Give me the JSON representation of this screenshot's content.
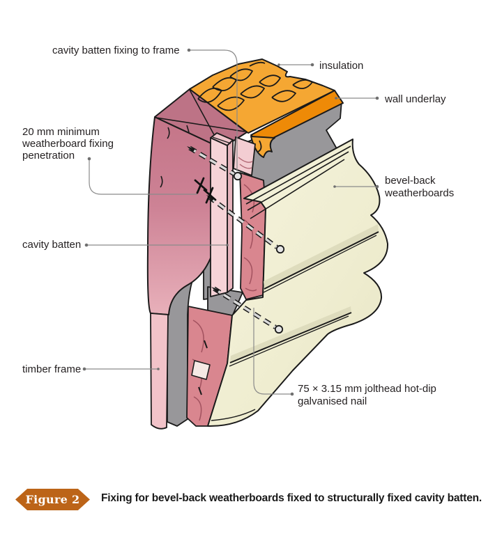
{
  "figure": {
    "labels": {
      "cavity_batten_fixing": "cavity batten fixing to frame",
      "insulation": "insulation",
      "wall_underlay": "wall underlay",
      "penetration": [
        "20 mm minimum",
        "weatherboard fixing",
        "penetration"
      ],
      "bevel_back": [
        "bevel-back",
        "weatherboards"
      ],
      "cavity_batten": "cavity batten",
      "timber_frame": "timber frame",
      "nail": [
        "75 × 3.15 mm jolthead hot-dip",
        "galvanised nail"
      ]
    },
    "colors": {
      "stud_top": "#bd7386",
      "batten_pink": "#f6d3d7",
      "batten_side": "#e7b4bd",
      "batten_top": "#f0c6cc",
      "plate_pink": "#f3cdd2",
      "grain_pink": "#d9868f",
      "frame_pink": "#f2c3c9",
      "underlay_gray": "#98979a",
      "insulation_orange": "#f5a733",
      "insulation_edge": "#ee8a07",
      "outline": "#1a1a1a",
      "leader": "#8a8a8a"
    }
  },
  "caption": {
    "badge_label": "Figure 2",
    "badge_color": "#bc6418",
    "text": "Fixing for bevel-back weatherboards fixed to structurally fixed cavity batten."
  }
}
